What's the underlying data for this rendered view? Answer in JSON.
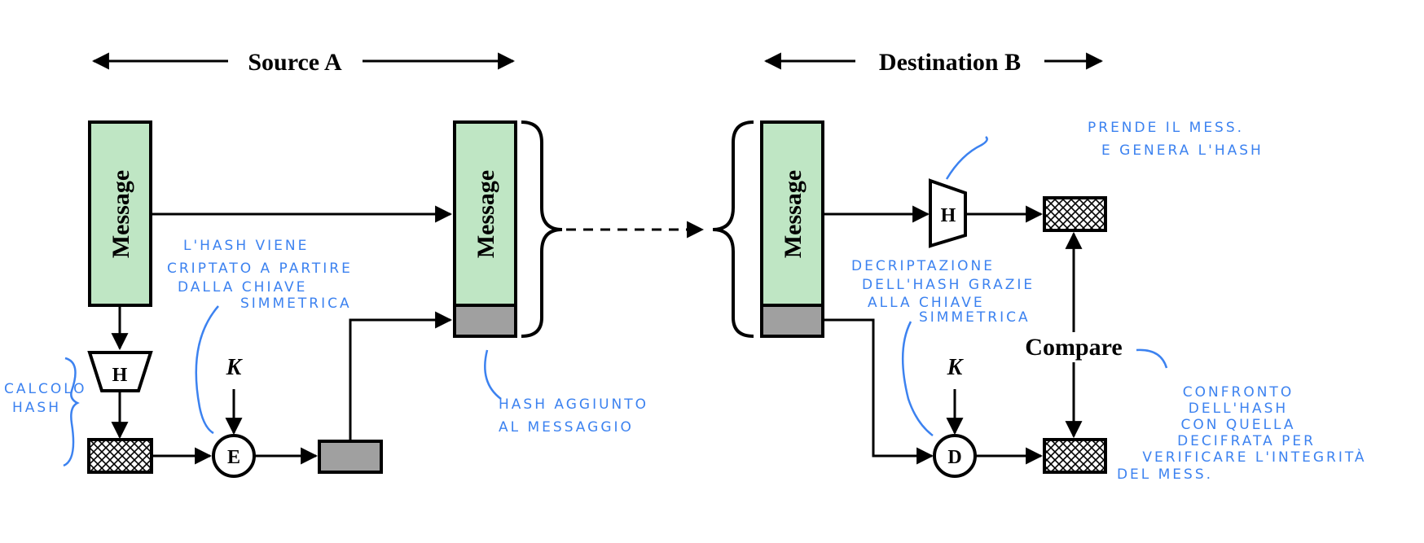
{
  "headers": {
    "source": "Source A",
    "destination": "Destination B"
  },
  "labels": {
    "message": "Message",
    "hash_function": "H",
    "key": "K",
    "encrypt": "E",
    "decrypt": "D",
    "compare": "Compare"
  },
  "colors": {
    "message_fill": "#bfe6c4",
    "tag_fill": "#a0a0a0",
    "annotation": "#3c82f0"
  },
  "annotations": {
    "encrypt_note": [
      "L'HASH VIENE",
      "CRIPTATO  A  PARTIRE",
      "DALLA  CHIAVE",
      "SIMMETRICA"
    ],
    "hash_calc_note": [
      "CALCOLO",
      "HASH"
    ],
    "appended_note": [
      "HASH  AGGIUNTO",
      "AL  MESSAGGIO"
    ],
    "receiver_hash_note": [
      "PRENDE  IL  MESS.",
      "E  GENERA  L'HASH"
    ],
    "decrypt_note": [
      "DECRIPTAZIONE",
      "DELL'HASH  GRAZIE",
      "ALLA  CHIAVE",
      "SIMMETRICA"
    ],
    "compare_note": [
      "CONFRONTO",
      "DELL'HASH",
      "CON  QUELLA",
      "DECIFRATA PER",
      "VERIFICARE L'INTEGRITÀ",
      "DEL  MESS."
    ]
  }
}
